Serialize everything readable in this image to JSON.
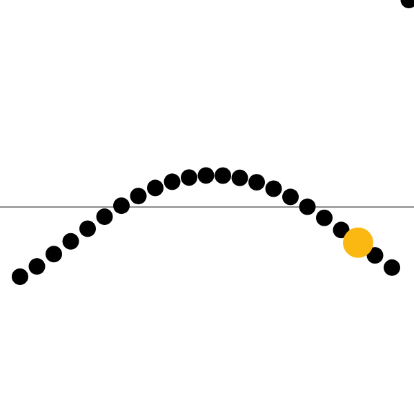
{
  "colors": {
    "background": "#ffffff",
    "baseline": "#8a8a8a",
    "trace": "#c8c8c8",
    "dot": "#000000",
    "highlight": "#fbb813"
  },
  "diagram": {
    "kind": "wave",
    "dot_count": 24,
    "highlight_index": 20,
    "visible_text": []
  }
}
